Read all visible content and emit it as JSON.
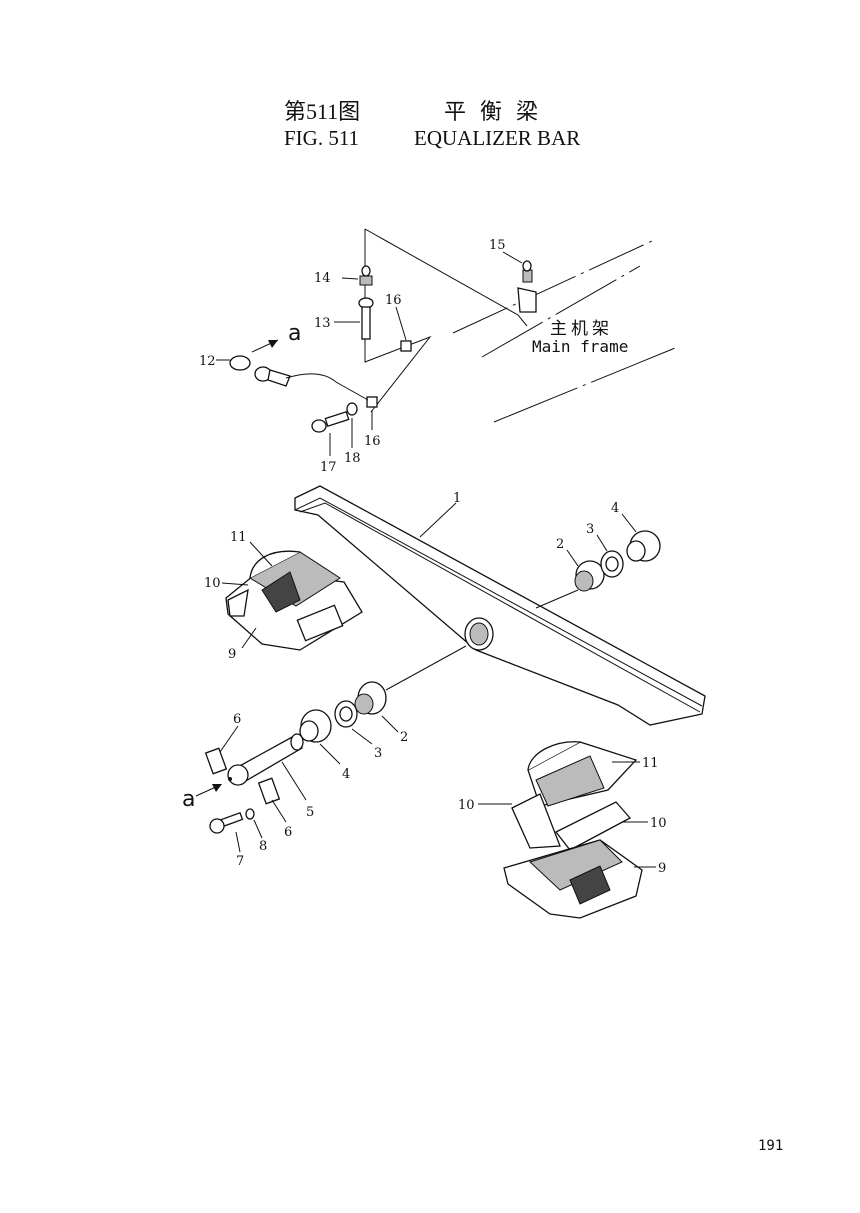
{
  "title": {
    "cn_fig": "第511图",
    "cn_name": "平衡梁",
    "en_fig": "FIG. 511",
    "en_name": "EQUALIZER BAR"
  },
  "labels": {
    "main_frame_cn": "主机架",
    "main_frame_en": "Main frame",
    "view_a": "a",
    "parts": [
      "1",
      "2",
      "3",
      "4",
      "2",
      "3",
      "4",
      "5",
      "6",
      "6",
      "7",
      "8",
      "9",
      "9",
      "10",
      "10",
      "10",
      "11",
      "11",
      "12",
      "13",
      "14",
      "15",
      "16",
      "16",
      "17",
      "18"
    ]
  },
  "page_number": "191"
}
